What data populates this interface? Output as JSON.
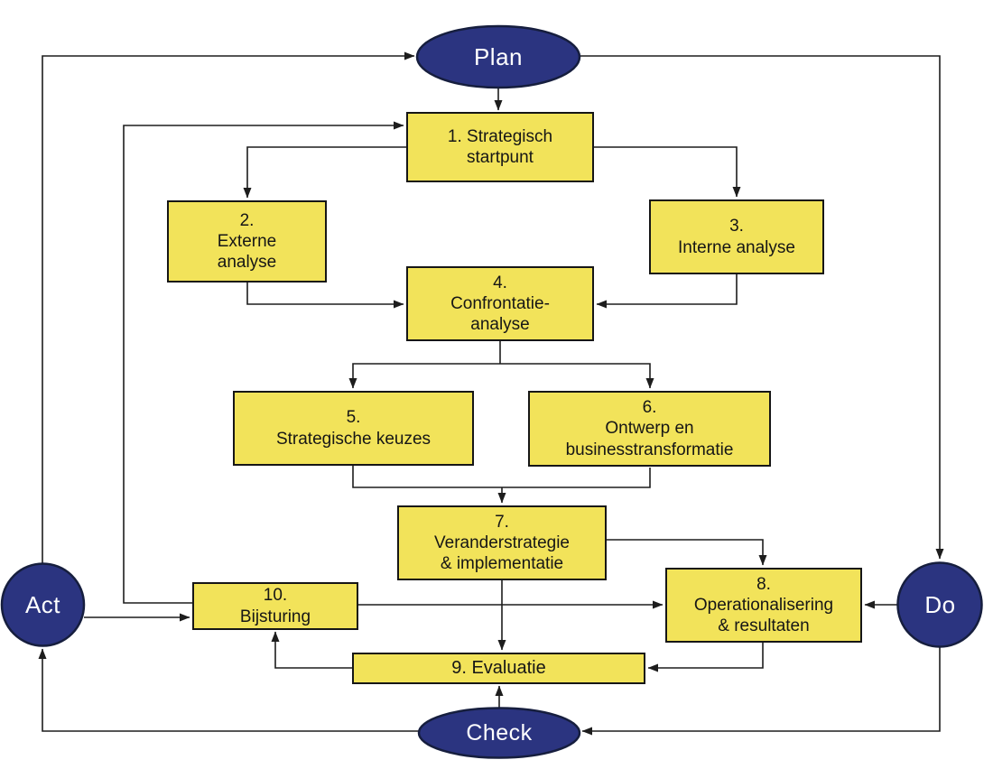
{
  "diagram": {
    "type": "flowchart",
    "language": "nl",
    "cycle": {
      "plan": {
        "label": "Plan"
      },
      "do": {
        "label": "Do"
      },
      "check": {
        "label": "Check"
      },
      "act": {
        "label": "Act"
      }
    },
    "steps": [
      {
        "number": "1",
        "label": "1. Strategisch\nstartpunt"
      },
      {
        "number": "2",
        "label": "2.\nExterne\nanalyse"
      },
      {
        "number": "3",
        "label": "3.\nInterne analyse"
      },
      {
        "number": "4",
        "label": "4.\nConfrontatie-\nanalyse"
      },
      {
        "number": "5",
        "label": "5.\nStrategische keuzes"
      },
      {
        "number": "6",
        "label": "6.\nOntwerp en\nbusinesstransformatie"
      },
      {
        "number": "7",
        "label": "7.\nVeranderstrategie\n& implementatie"
      },
      {
        "number": "8",
        "label": "8.\nOperationalisering\n& resultaten"
      },
      {
        "number": "9",
        "label": "9. Evaluatie"
      },
      {
        "number": "10",
        "label": "10.\nBijsturing"
      }
    ],
    "edges": [
      {
        "from": "Plan",
        "to": "1"
      },
      {
        "from": "1",
        "to": "2"
      },
      {
        "from": "1",
        "to": "3"
      },
      {
        "from": "2",
        "to": "4"
      },
      {
        "from": "3",
        "to": "4"
      },
      {
        "from": "4",
        "to": "5"
      },
      {
        "from": "4",
        "to": "6"
      },
      {
        "from": "5",
        "to": "7"
      },
      {
        "from": "6",
        "to": "7"
      },
      {
        "from": "7",
        "to": "8"
      },
      {
        "from": "7",
        "to": "9"
      },
      {
        "from": "10",
        "to": "8"
      },
      {
        "from": "Do",
        "to": "8"
      },
      {
        "from": "Act",
        "to": "10"
      },
      {
        "from": "10",
        "to": "1"
      },
      {
        "from": "9",
        "to": "10"
      },
      {
        "from": "8",
        "to": "9"
      },
      {
        "from": "Check",
        "to": "9"
      },
      {
        "from": "Do",
        "to": "Check"
      },
      {
        "from": "Check",
        "to": "Act"
      },
      {
        "from": "Act",
        "to": "Plan"
      },
      {
        "from": "Plan",
        "to": "Do"
      }
    ],
    "colors": {
      "box_fill": "#f2e35a",
      "box_border": "#161616",
      "box_text": "#161616",
      "node_fill": "#2b3480",
      "node_border": "#161e3e",
      "node_text": "#ffffff",
      "connector": "#1d1d1d",
      "background": "#ffffff"
    }
  }
}
